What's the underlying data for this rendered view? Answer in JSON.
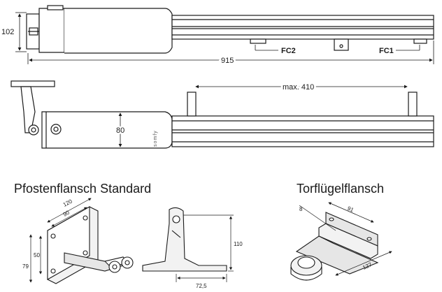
{
  "top_view": {
    "height_label": "102",
    "length_label": "915",
    "switch_labels": [
      "FC2",
      "FC1"
    ]
  },
  "side_view": {
    "height_label": "80",
    "max_travel_label": "max. 410",
    "brand_text": "somfy"
  },
  "post_flange": {
    "title": "Pfostenflansch Standard",
    "dims": {
      "width_outer": "120",
      "width_inner": "90",
      "height_outer": "79",
      "height_inner": "50",
      "profile_height": "110",
      "profile_width": "72,5"
    }
  },
  "gate_flange": {
    "title": "Torflügelflansch",
    "dims": {
      "offset": "8",
      "hole_spacing": "91",
      "length": "127"
    }
  },
  "colors": {
    "line": "#1a1a1a",
    "fill": "#ffffff",
    "shade": "#e6e6e6"
  }
}
